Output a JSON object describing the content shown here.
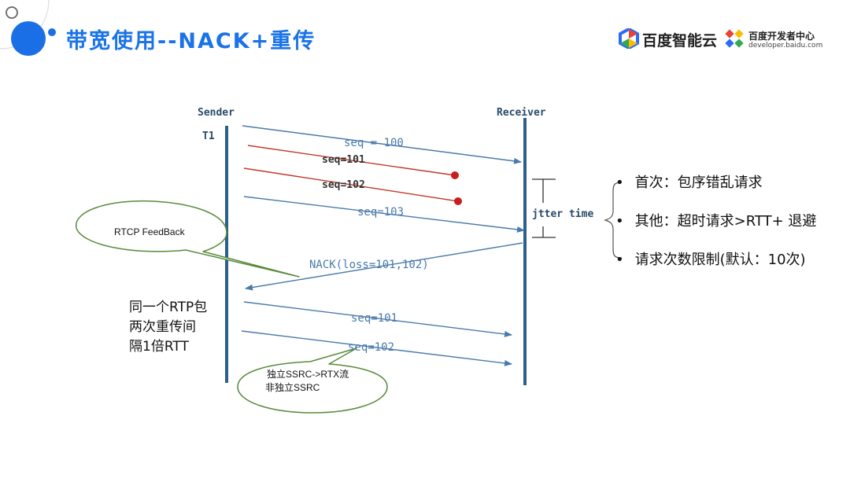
{
  "slide": {
    "title": "带宽使用--NACK+重传"
  },
  "header_logos": {
    "baidu_cloud": "百度智能云",
    "dev_center": "百度开发者中心",
    "dev_url": "developer.baidu.com"
  },
  "diagram": {
    "sender_label": "Sender",
    "receiver_label": "Receiver",
    "t1_label": "T1",
    "packets": {
      "seq100": "seq = 100",
      "seq101_lost": "seq=101",
      "seq102_lost": "seq=102",
      "seq103": "seq=103",
      "nack": "NACK(loss=101,102)",
      "seq101_retx": "seq=101",
      "seq102_retx": "seq=102"
    },
    "jitter_label": "jtter time",
    "callout_rtcp": "RTCP FeedBack",
    "callout_ssrc_line1": "独立SSRC->RTX流",
    "callout_ssrc_line2": "非独立SSRC",
    "note_lines": [
      "同一个RTP包",
      "两次重传间",
      "隔1倍RTT"
    ]
  },
  "bullets": [
    "首次：包序错乱请求",
    "其他：超时请求>RTT+ 退避",
    "请求次数限制(默认：10次)"
  ],
  "colors": {
    "accent": "#1a73e8",
    "flow_line": "#4a7aaa",
    "loss_line": "#c0392b",
    "loss_dot": "#c81e1e",
    "callout_border": "#5a8a3c"
  }
}
